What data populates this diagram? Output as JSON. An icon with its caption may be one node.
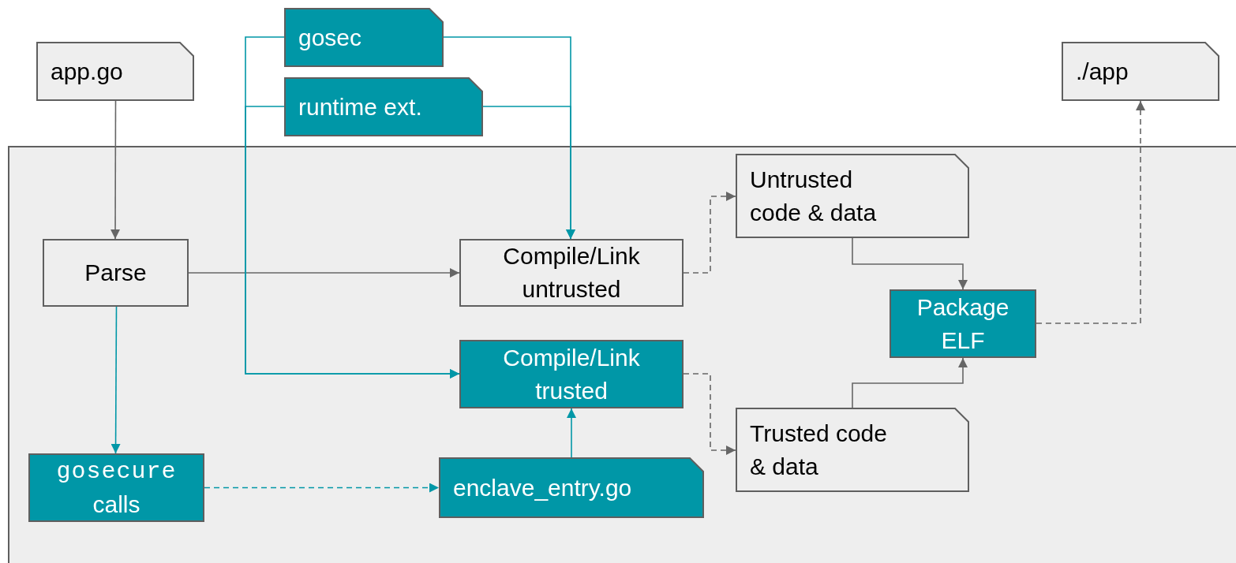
{
  "diagram": {
    "nodes": [
      {
        "text": [
          "app.go"
        ]
      },
      {
        "text": [
          "gosec"
        ]
      },
      {
        "text": [
          "runtime ext."
        ]
      },
      {
        "text": [
          "./app"
        ]
      },
      {
        "text": [],
        "shape": "box"
      },
      {
        "text": [
          "Parse"
        ],
        "in": 4
      },
      {
        "text": [
          "Compile/Link untrusted"
        ],
        "in": 4
      },
      {
        "text": [
          "Untrusted code & data"
        ],
        "in": 4
      },
      {
        "text": [
          "Package ELF"
        ],
        "in": 4
      },
      {
        "text": [
          "Compile/Link trusted"
        ],
        "in": 4
      },
      {
        "text": [
          "Trusted code & data"
        ],
        "in": 4
      },
      {
        "text": [
          "gosecure",
          "calls"
        ],
        "in": 4
      },
      {
        "text": [
          "enclave_entry.go"
        ],
        "in": 4
      }
    ],
    "edges": [
      {
        "from": 0,
        "to": 5,
        "arrow": "to"
      },
      {
        "from": 5,
        "to": 6,
        "arrow": "to"
      },
      {
        "from": 1,
        "to": 6,
        "arrow": "to",
        "color": "#0097a7"
      },
      {
        "from": 2,
        "to": 6,
        "arrow": "to",
        "color": "#0097a7"
      },
      {
        "from": 1,
        "to": 9,
        "arrow": "to",
        "color": "#0097a7"
      },
      {
        "from": 2,
        "to": 9,
        "arrow": "to",
        "color": "#0097a7"
      },
      {
        "from": 5,
        "to": 11,
        "arrow": "to",
        "color": "#0097a7"
      },
      {
        "from": 11,
        "to": 12,
        "arrow": "to",
        "style": "dashed",
        "color": "#0097a7"
      },
      {
        "from": 12,
        "to": 9,
        "arrow": "to",
        "color": "#0097a7"
      },
      {
        "from": 6,
        "to": 7,
        "arrow": "to",
        "style": "dashed"
      },
      {
        "from": 9,
        "to": 10,
        "arrow": "to",
        "style": "dashed"
      },
      {
        "from": 7,
        "to": 8,
        "arrow": "to"
      },
      {
        "from": 10,
        "to": 8,
        "arrow": "to"
      },
      {
        "from": 8,
        "to": 3,
        "arrow": "to",
        "style": "dashed"
      }
    ]
  }
}
